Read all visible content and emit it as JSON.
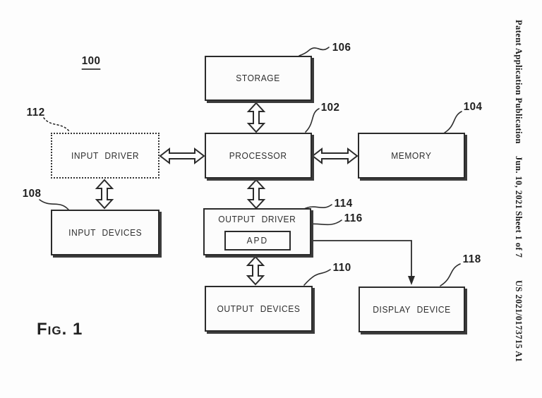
{
  "figure": {
    "fig_label": "Fig. 1",
    "diagram_ref": "100"
  },
  "margin": {
    "publication": "Patent Application Publication",
    "date": "Jun. 10, 2021",
    "sheet": "Sheet 1 of 7",
    "patent_number": "US 2021/0173715 A1"
  },
  "boxes": {
    "storage": {
      "label": "STORAGE",
      "ref": "106"
    },
    "processor": {
      "label": "PROCESSOR",
      "ref": "102"
    },
    "memory": {
      "label": "MEMORY",
      "ref": "104"
    },
    "input_driver": {
      "label": "INPUT DRIVER",
      "ref": "112"
    },
    "input_devices": {
      "label": "INPUT DEVICES",
      "ref": "108"
    },
    "output_driver": {
      "label": "OUTPUT DRIVER",
      "ref": "114"
    },
    "apd": {
      "label": "APD",
      "ref": "116"
    },
    "output_devices": {
      "label": "OUTPUT DEVICES",
      "ref": "110"
    },
    "display_device": {
      "label": "DISPLAY DEVICE",
      "ref": "118"
    }
  },
  "connections": [
    {
      "from": "storage",
      "to": "processor",
      "style": "block-double-arrow"
    },
    {
      "from": "input_driver",
      "to": "processor",
      "style": "block-double-arrow"
    },
    {
      "from": "processor",
      "to": "memory",
      "style": "block-double-arrow"
    },
    {
      "from": "input_driver",
      "to": "input_devices",
      "style": "block-double-arrow"
    },
    {
      "from": "processor",
      "to": "output_driver",
      "style": "block-double-arrow"
    },
    {
      "from": "output_driver",
      "to": "output_devices",
      "style": "block-double-arrow"
    },
    {
      "from": "apd",
      "to": "display_device",
      "style": "line-double-arrow"
    }
  ],
  "colors": {
    "ink": "#2b2b2b",
    "paper": "#fdfdfd"
  }
}
